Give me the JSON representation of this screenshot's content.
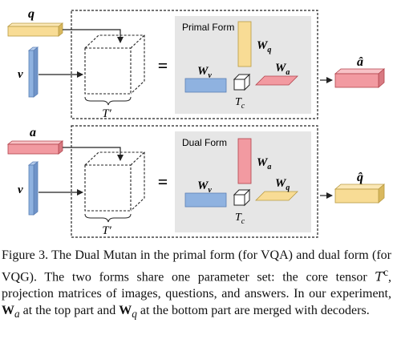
{
  "figure": {
    "top_panel": {
      "inputs": [
        "q",
        "v"
      ],
      "tensor_label": "T′",
      "equals": "=",
      "form_title": "Primal Form",
      "factor_labels": [
        "W",
        "q",
        "W",
        "v",
        "W",
        "a"
      ],
      "core_label": "T",
      "core_sub": "c",
      "output_label": "â"
    },
    "bottom_panel": {
      "inputs": [
        "a",
        "v"
      ],
      "tensor_label": "T′",
      "equals": "=",
      "form_title": "Dual Form",
      "factor_labels": [
        "W",
        "a",
        "W",
        "v",
        "W",
        "q"
      ],
      "core_label": "T",
      "core_sub": "c",
      "output_label": "q̂"
    },
    "colors": {
      "q_yellow": "#f8dc95",
      "v_blue": "#8fb2e0",
      "a_red": "#f29aa1",
      "gray_panel": "#e6e6e6"
    }
  },
  "caption": {
    "p1": "Figure 3. The Dual Mutan in the primal form (for VQA) and dual form (for VQG). The two forms share one parameter set: the core tensor ",
    "t_sym": "T",
    "t_sup": "c",
    "p2": ", projection matrices of images, questions, and answers. In our experiment, ",
    "w1": "W",
    "w1_sub": "a",
    "p3": " at the top part and ",
    "w2": "W",
    "w2_sub": "q",
    "p4": " at the bottom part are merged with decoders."
  }
}
